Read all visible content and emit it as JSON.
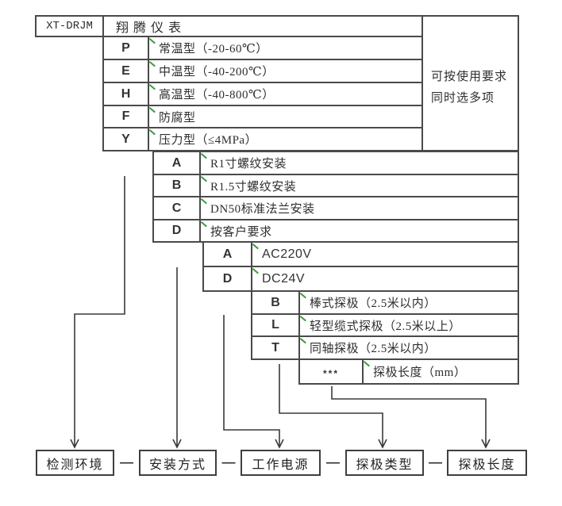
{
  "header": {
    "model": "XT-DRJM",
    "brand": "翔腾仪表"
  },
  "note": {
    "lines": [
      "可按使用要求",
      "同时选多项"
    ]
  },
  "groups": [
    {
      "name": "检测环境",
      "rows": [
        {
          "code": "P",
          "desc": "常温型（-20-60℃）"
        },
        {
          "code": "E",
          "desc": "中温型（-40-200℃）"
        },
        {
          "code": "H",
          "desc": "高温型（-40-800℃）"
        },
        {
          "code": "F",
          "desc": "防腐型"
        },
        {
          "code": "Y",
          "desc": "压力型（≤4MPa）"
        }
      ]
    },
    {
      "name": "安装方式",
      "rows": [
        {
          "code": "A",
          "desc": "R1寸螺纹安装"
        },
        {
          "code": "B",
          "desc": "R1.5寸螺纹安装"
        },
        {
          "code": "C",
          "desc": "DN50标准法兰安装"
        },
        {
          "code": "D",
          "desc": "按客户要求"
        }
      ]
    },
    {
      "name": "工作电源",
      "rows": [
        {
          "code": "A",
          "desc": "AC220V"
        },
        {
          "code": "D",
          "desc": "DC24V"
        }
      ]
    },
    {
      "name": "探极类型",
      "rows": [
        {
          "code": "B",
          "desc": "棒式探极（2.5米以内）"
        },
        {
          "code": "L",
          "desc": "轻型缆式探极（2.5米以上）"
        },
        {
          "code": "T",
          "desc": "同轴探极（2.5米以内）"
        }
      ]
    },
    {
      "name": "探极长度",
      "rows": [
        {
          "code": "***",
          "desc": "探极长度（mm）"
        }
      ]
    }
  ],
  "bottom_labels": [
    "检测环境",
    "安装方式",
    "工作电源",
    "探极类型",
    "探极长度"
  ],
  "separator": "—",
  "colors": {
    "border": "#4a4a4a",
    "connector": "#3a3a3a",
    "corner_tick": "#3e9b40",
    "text": "#2e2e2e"
  }
}
